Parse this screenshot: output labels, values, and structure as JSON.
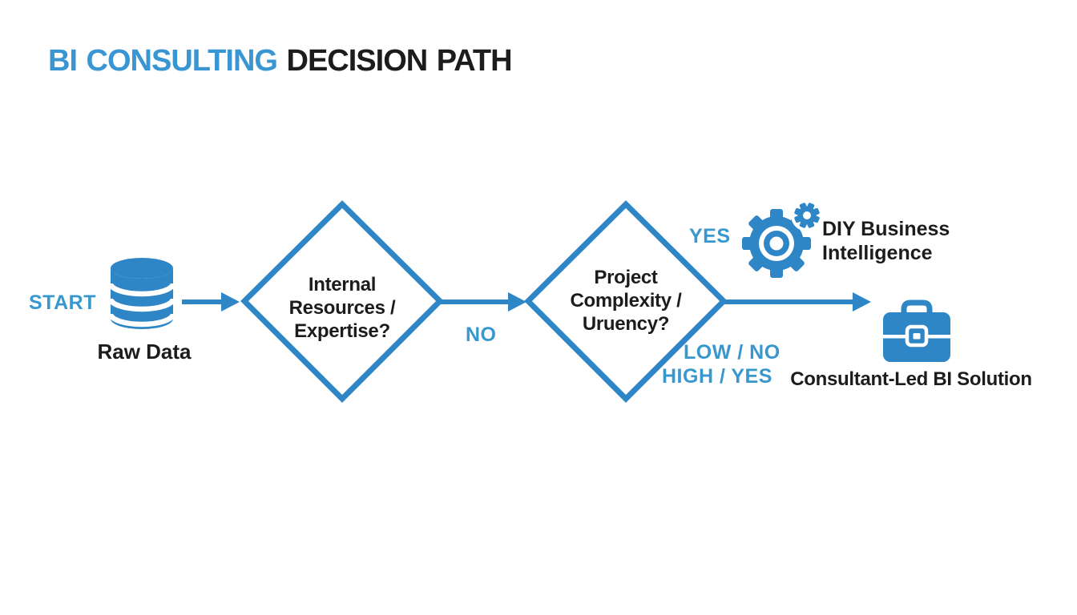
{
  "colors": {
    "shape_blue": "#2E86C6",
    "label_blue": "#3898CE",
    "title_blue": "#3A96D2",
    "text_black": "#1C1C1E",
    "background": "#FFFFFF"
  },
  "title": {
    "highlight": "BI CONSULTING",
    "rest": "DECISION PATH"
  },
  "diagram": {
    "start_label": "START",
    "raw_data": {
      "icon": "database-icon",
      "label": "Raw Data"
    },
    "decision_internal": {
      "line1": "Internal",
      "line2": "Resources /",
      "line3": "Expertise?"
    },
    "no_label": "NO",
    "decision_complexity": {
      "line1": "Project",
      "line2": "Complexity /",
      "line3": "Uruency?"
    },
    "yes_label": "YES",
    "diy_outcome": {
      "icon": "gear-icon",
      "line1": "DIY Business",
      "line2": "Intelligence"
    },
    "low_no_label": "LOW / NO",
    "high_yes_label": "HIGH / YES",
    "consultant_outcome": {
      "icon": "briefcase-icon",
      "label": "Consultant-Led BI Solution"
    }
  }
}
